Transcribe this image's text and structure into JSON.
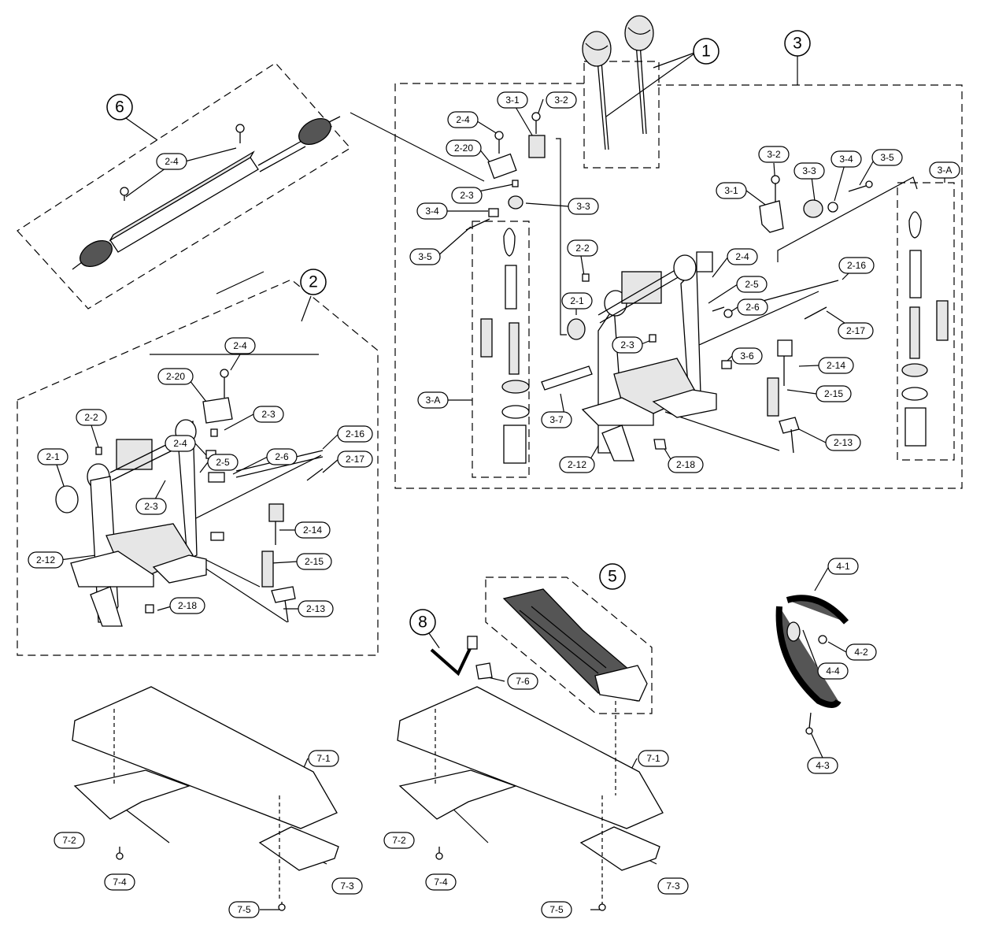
{
  "groups": [
    "1",
    "2",
    "3",
    "5",
    "6",
    "8"
  ],
  "callouts": {
    "c_2_4a": "2-4",
    "c_2_20a": "2-20",
    "c_2_3a": "2-3",
    "c_3_1a": "3-1",
    "c_3_2a": "3-2",
    "c_3_3a": "3-3",
    "c_3_4a": "3-4",
    "c_3_5a": "3-5",
    "c_2_2a": "2-2",
    "c_2_1a": "2-1",
    "c_2_3b": "2-3",
    "c_3_Aa": "3-A",
    "c_3_7": "3-7",
    "c_2_12a": "2-12",
    "c_2_18a": "2-18",
    "c_3_2b": "3-2",
    "c_3_3b": "3-3",
    "c_3_4b": "3-4",
    "c_3_5b": "3-5",
    "c_3_1b": "3-1",
    "c_3_Ab": "3-A",
    "c_2_4b": "2-4",
    "c_2_5a": "2-5",
    "c_2_6a": "2-6",
    "c_2_16a": "2-16",
    "c_2_17a": "2-17",
    "c_3_6": "3-6",
    "c_2_14a": "2-14",
    "c_2_15a": "2-15",
    "c_2_13a": "2-13",
    "c_2_4c": "2-4",
    "c_2_4d": "2-4",
    "c_2_20b": "2-20",
    "c_2_3c": "2-3",
    "c_2_2b": "2-2",
    "c_2_4e": "2-4",
    "c_2_1b": "2-1",
    "c_2_5b": "2-5",
    "c_2_6b": "2-6",
    "c_2_16b": "2-16",
    "c_2_17b": "2-17",
    "c_2_3d": "2-3",
    "c_2_14b": "2-14",
    "c_2_12b": "2-12",
    "c_2_15b": "2-15",
    "c_2_13b": "2-13",
    "c_2_18b": "2-18",
    "c_4_1": "4-1",
    "c_4_2": "4-2",
    "c_4_4": "4-4",
    "c_4_3": "4-3",
    "c_7_6": "7-6",
    "c_7_1a": "7-1",
    "c_7_2a": "7-2",
    "c_7_4a": "7-4",
    "c_7_3a": "7-3",
    "c_7_5a": "7-5",
    "c_7_1b": "7-1",
    "c_7_2b": "7-2",
    "c_7_4b": "7-4",
    "c_7_3b": "7-3",
    "c_7_5b": "7-5"
  }
}
